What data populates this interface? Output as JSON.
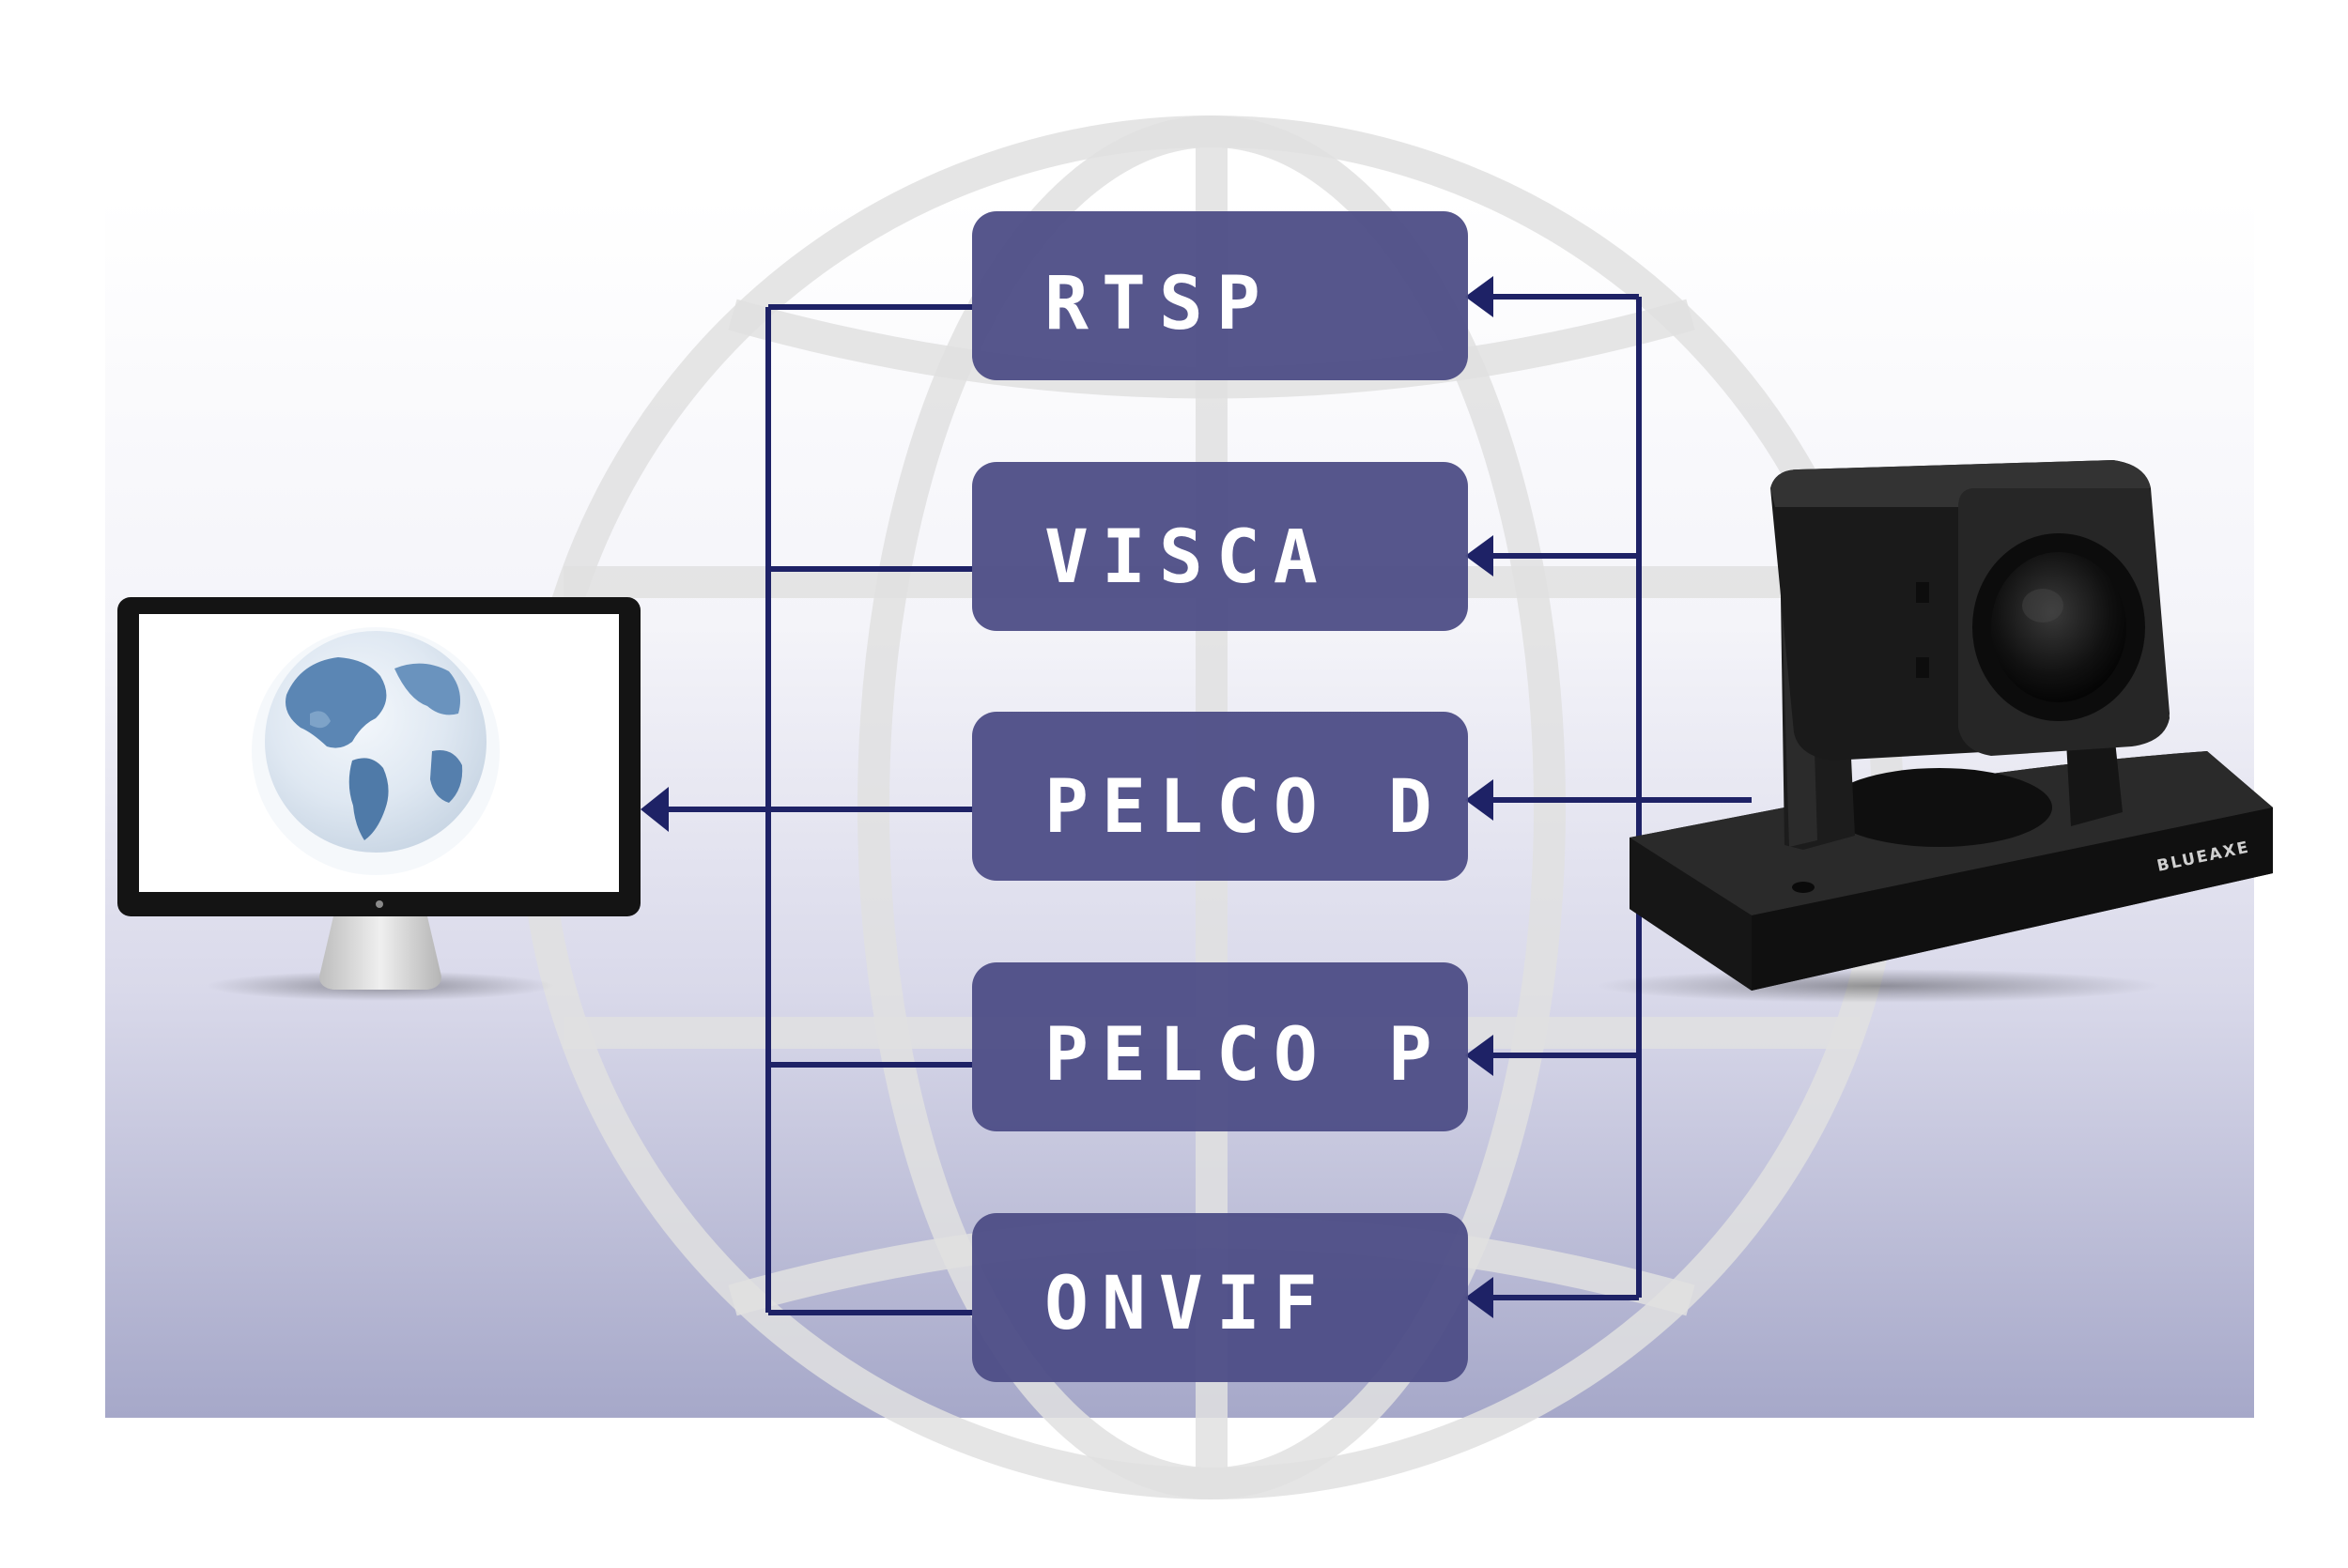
{
  "protocols": [
    "RTSP",
    "VISCA",
    "PELCO D",
    "PELCO P",
    "ONVIF"
  ],
  "camera": {
    "brand": "BLUEAXE"
  },
  "icons": {
    "monitor": "computer-monitor-icon",
    "globe": "earth-globe-icon",
    "camera": "ptz-camera-icon",
    "background": "globe-grid-icon"
  },
  "colors": {
    "box_fill": "#4d4d86",
    "line": "#1e2266",
    "background_top": "#ffffff",
    "background_bottom": "#a6a8c9"
  }
}
